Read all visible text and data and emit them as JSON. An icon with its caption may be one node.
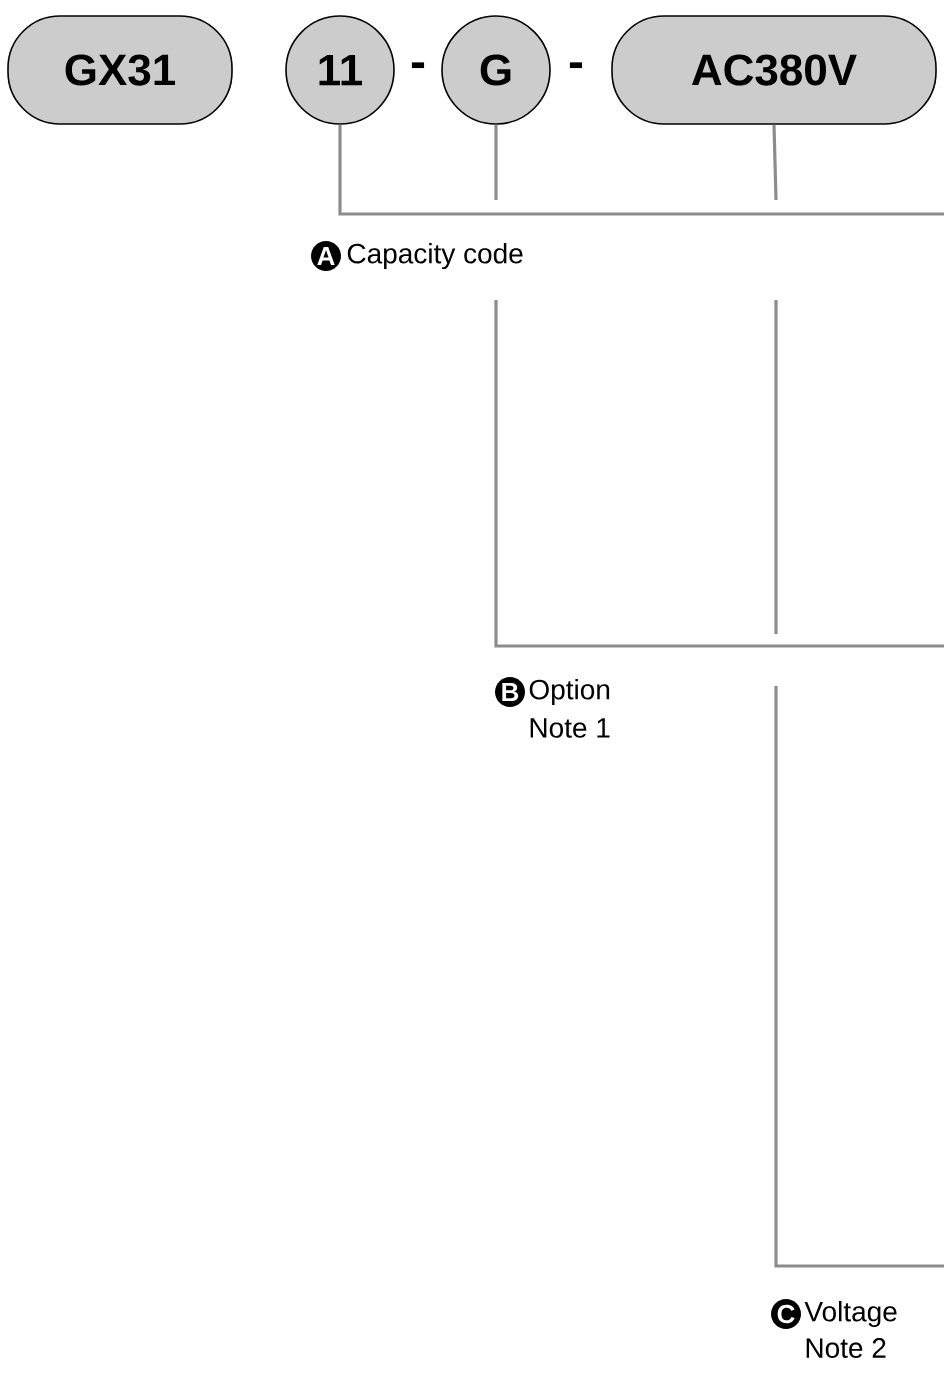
{
  "diagram": {
    "nodes": [
      {
        "text": [
          "GX31"
        ]
      },
      {
        "text": [
          "11"
        ]
      },
      {
        "text": [
          "G"
        ]
      },
      {
        "text": [
          "AC380V"
        ]
      }
    ],
    "edges": [
      {
        "from": 1,
        "to": null,
        "arrow": "none"
      },
      {
        "from": 2,
        "to": null,
        "arrow": "none"
      },
      {
        "from": 3,
        "to": null,
        "arrow": "none"
      }
    ],
    "labels": [
      "-",
      "-",
      "A",
      "Capacity code",
      "B",
      "Option",
      "Note 1",
      "C",
      "Voltage",
      "Note 2"
    ]
  }
}
